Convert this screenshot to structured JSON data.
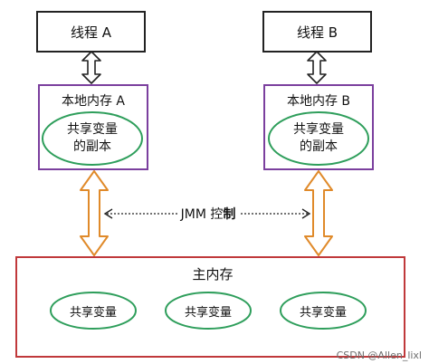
{
  "thread_a": "线程 A",
  "thread_b": "线程 B",
  "local_a": {
    "title": "本地内存 A",
    "copy_line1": "共享变量",
    "copy_line2": "的副本"
  },
  "local_b": {
    "title": "本地内存 B",
    "copy_line1": "共享变量",
    "copy_line2": "的副本"
  },
  "jmm_label": {
    "prefix": "JMM 控",
    "bold": "制"
  },
  "main_memory": {
    "title": "主内存",
    "vars": [
      "共享变量",
      "共享变量",
      "共享变量"
    ]
  },
  "watermark": "CSDN @Allen_lixl",
  "colors": {
    "box_border": "#222222",
    "local_border": "#7b3f9e",
    "main_border": "#c0393b",
    "ellipse": "#2e9e5b",
    "arrow_orange": "#e08a2a"
  }
}
